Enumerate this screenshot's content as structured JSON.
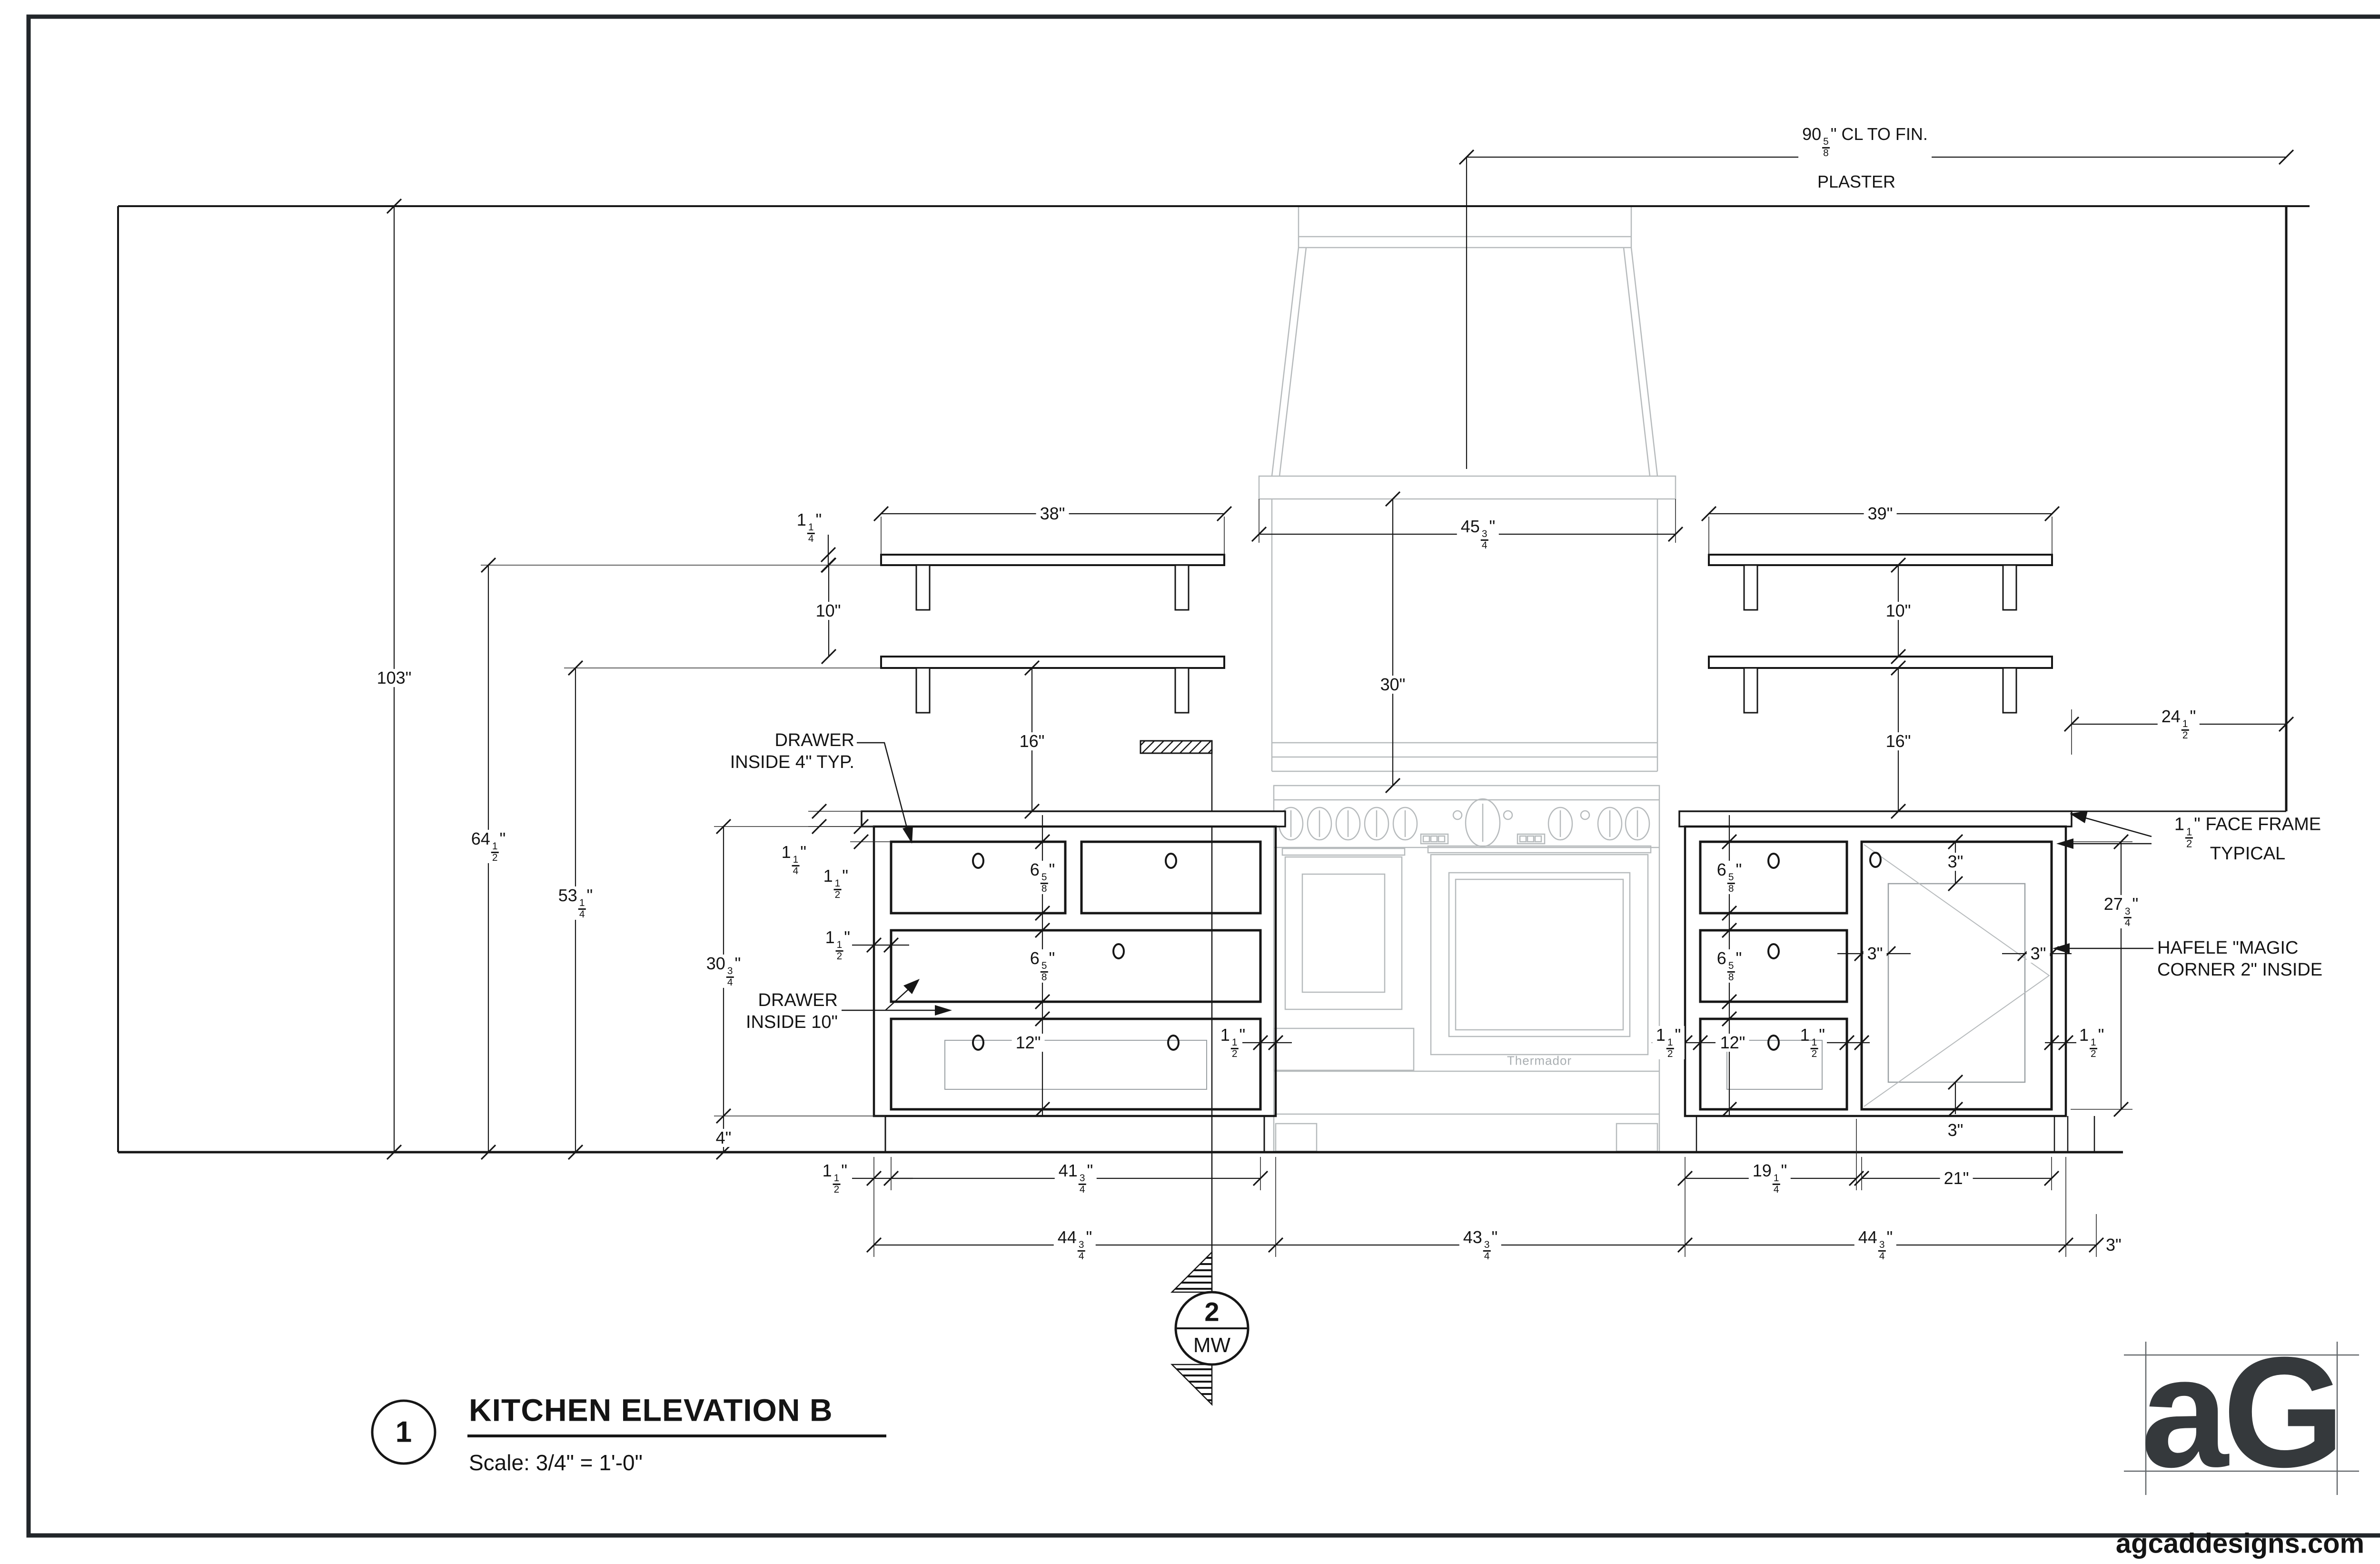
{
  "sheet": {
    "title_number": "1",
    "title": "KITCHEN ELEVATION B",
    "scale": "Scale: 3/4\" = 1'-0\"",
    "logo_text": "aG",
    "website": "agcaddesigns.com"
  },
  "callout": {
    "number": "2",
    "label": "MW"
  },
  "appliance": {
    "brand": "Thermador"
  },
  "colors": {
    "line": "#161616",
    "appliance_gray": "#b6babc",
    "inner_gray": "#9aa0a3",
    "logo": "#35393c"
  },
  "annotations": {
    "cl_dim_line1": "90 5/8\" CL TO FIN.",
    "cl_dim_line2": "PLASTER",
    "drawer4_line1": "DRAWER",
    "drawer4_line2": "INSIDE 4\" TYP.",
    "drawer10_line1": "DRAWER",
    "drawer10_line2": "INSIDE 10\"",
    "faceframe_line1": "1 1/2\" FACE FRAME",
    "faceframe_line2": "TYPICAL",
    "hafele_line1": "HAFELE \"MAGIC",
    "hafele_line2": "CORNER 2\" INSIDE"
  },
  "dimensions": {
    "d103": "103\"",
    "d64h": "64 1/2\"",
    "d53q": "53 1/4\"",
    "d38": "38\"",
    "d39": "39\"",
    "d10_left": "10\"",
    "d10_right": "10\"",
    "d16_left": "16\"",
    "d16_right": "16\"",
    "d1q_shelf": "1 1/4\"",
    "d45": "45 3/4\"",
    "d30_hood": "30\"",
    "d24h": "24 1/2\"",
    "d30_cab": "30 3/4\"",
    "d4_toe": "4\"",
    "d1q_counter": "1 1/4\"",
    "d1h_toprail": "1 1/2\"",
    "d1h_stile": "1 1/2\"",
    "d1h_rightstile": "1 1/2\"",
    "d1h_leftstile_r": "1 1/2\"",
    "d658_a": "6 5/8\"",
    "d658_b": "6 5/8\"",
    "d12_left": "12\"",
    "d658_c": "6 5/8\"",
    "d658_d": "6 5/8\"",
    "d12_right": "12\"",
    "d3_top": "3\"",
    "d3_left": "3\"",
    "d3_right": "3\"",
    "d3_bottom": "3\"",
    "d1h_door_l": "1 1/2\"",
    "d1h_door_r": "1 1/2\"",
    "d27": "27 3/4\"",
    "d1h_bottom": "1 1/2\"",
    "d41": "41 3/4\"",
    "d19": "19 1/4\"",
    "d21": "21\"",
    "d44_left": "44 3/4\"",
    "d43": "43 3/4\"",
    "d44_right": "44 3/4\"",
    "d3_end": "3\""
  }
}
